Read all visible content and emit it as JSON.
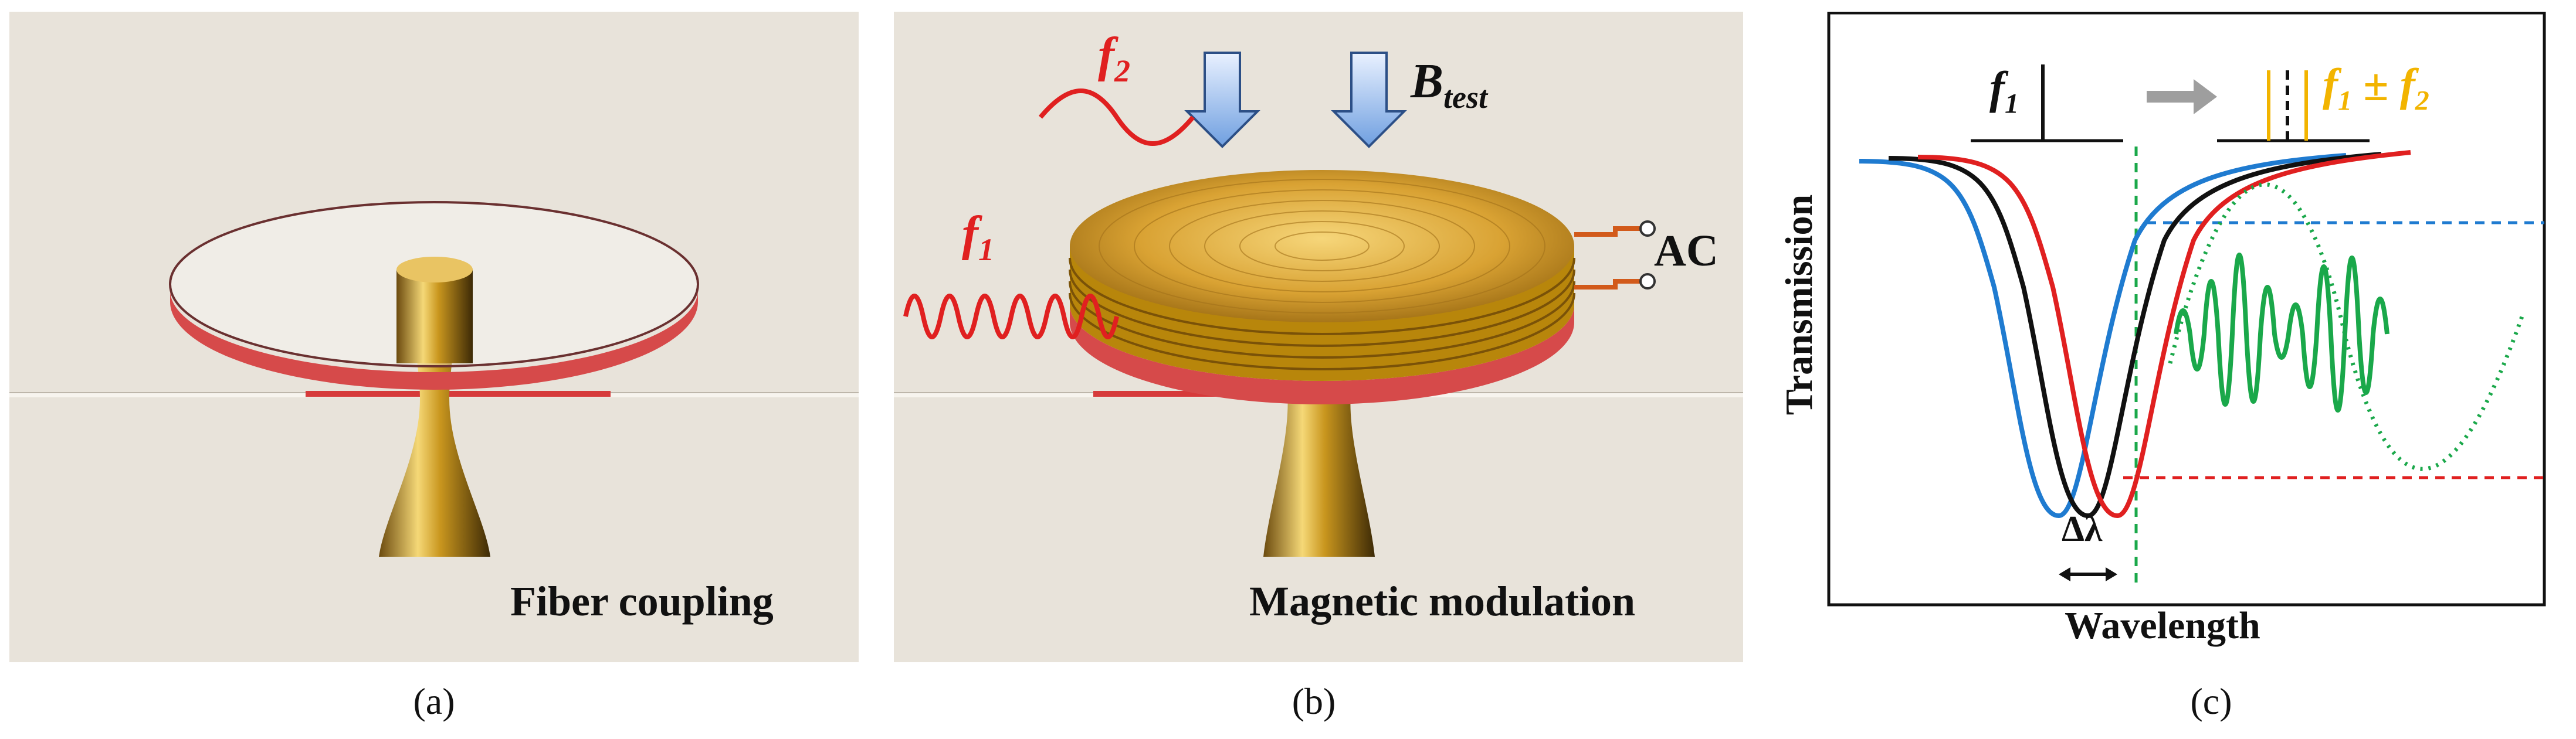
{
  "panels": {
    "a": {
      "caption": "(a)",
      "label": "Fiber coupling"
    },
    "b": {
      "caption": "(b)",
      "label": "Magnetic modulation",
      "f1": "f",
      "f1_sub": "1",
      "f2": "f",
      "f2_sub": "2",
      "btest": "B",
      "btest_sub": "test",
      "ac": "AC"
    },
    "c": {
      "caption": "(c)",
      "ylabel": "Transmission",
      "xlabel": "Wavelength",
      "delta": "Δλ",
      "inset_left": "f",
      "inset_left_sub": "1",
      "inset_right": "f",
      "inset_right_sub": "1",
      "inset_right_op": "±",
      "inset_right_f2": "f",
      "inset_right_f2_sub": "2"
    }
  },
  "colors": {
    "red": "#e02020",
    "blue": "#1f7bd0",
    "green": "#1aa84a",
    "gold": "#f2b400",
    "black": "#111111"
  }
}
